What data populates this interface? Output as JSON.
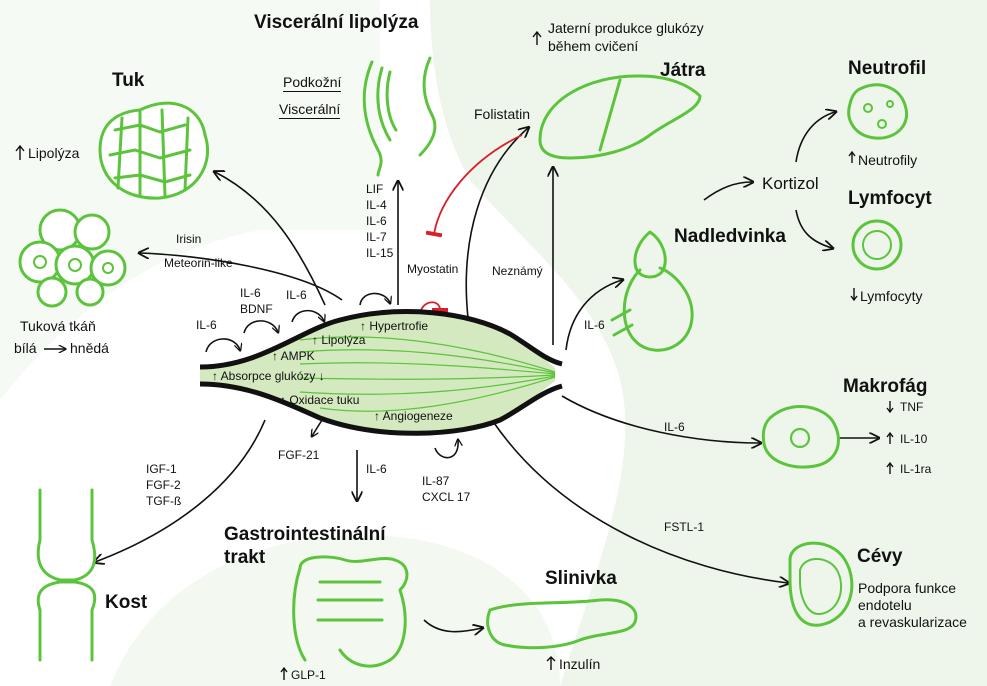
{
  "colors": {
    "organ_green": "#5cc43c",
    "muscle_fill": "#d4e9bf",
    "inhibit_red": "#d9202a",
    "background_blob": "#eef6ec",
    "text": "#111111"
  },
  "headings": {
    "visceral": "Viscerální lipolýza",
    "fat": "Tuk",
    "liver": "Játra",
    "neutrophil": "Neutrofil",
    "adrenal": "Nadledvinka",
    "lymphocyte": "Lymfocyt",
    "macrophage": "Makrofág",
    "gi": "Gastrointestinální",
    "gi2": "trakt",
    "pancreas": "Slinivka",
    "bone": "Kost",
    "vessels": "Cévy"
  },
  "labels": {
    "podkozni": "Podkožní",
    "visceralni": "Viscerální",
    "lipolyza_up": "Lipolýza",
    "liver_note_1": "Jaterní produkce glukózy",
    "liver_note_2": "během cvičení",
    "folistatin": "Folistatin",
    "myostatin": "Myostatin",
    "neznamy": "Neznámý",
    "kortizol": "Kortizol",
    "neutrofily": "Neutrofily",
    "lymfocyty": "Lymfocyty",
    "irisin": "Irisin",
    "meteorin": "Meteorin-like",
    "tukova_1": "Tuková tkáň",
    "tukova_2a": "bílá",
    "tukova_2b": "hnědá",
    "il6_a": "IL-6",
    "il6_b": "IL-6",
    "bdnf": "BDNF",
    "il6_c": "IL-6",
    "cytokines_up": [
      "LIF",
      "IL-4",
      "IL-6",
      "IL-7",
      "IL-15"
    ],
    "il6_adrenal": "IL-6",
    "il6_macro": "IL-6",
    "tnf": "TNF",
    "il10": "IL-10",
    "il1ra": "IL-1ra",
    "bone_factors": [
      "IGF-1",
      "FGF-2",
      "TGF-ß"
    ],
    "fgf21": "FGF-21",
    "il6_gi": "IL-6",
    "il87": "IL-87",
    "cxcl17": "CXCL 17",
    "fstl1": "FSTL-1",
    "vessel_note": [
      "Podpora funkce",
      "endotelu",
      "a revaskularizace"
    ],
    "inzulin": "Inzulín",
    "glp1": "GLP-1"
  },
  "muscle": {
    "hypertrofie": "Hypertrofie",
    "lipolyza": "Lipolýza",
    "ampk": "AMPK",
    "absorpce": "Absorpce glukózy",
    "oxidace": "Oxidace tuku",
    "angiogeneze": "Angiogeneze"
  }
}
